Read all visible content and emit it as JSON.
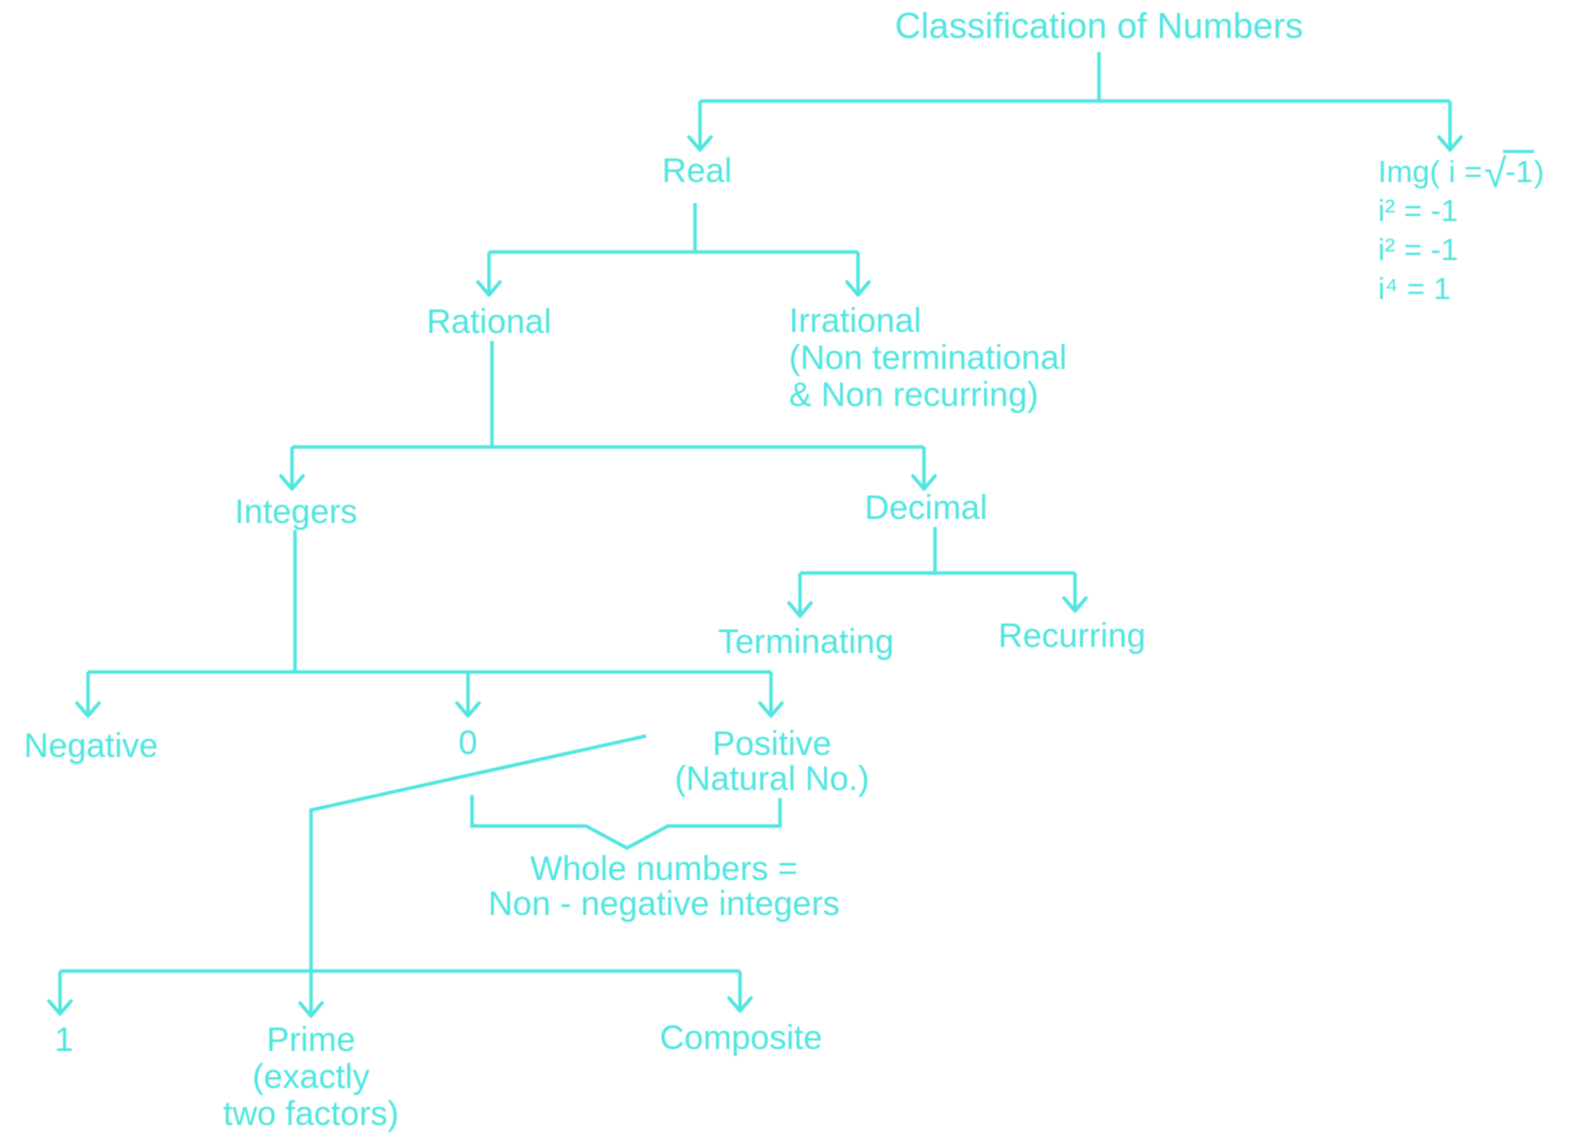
{
  "diagram": {
    "title": "Classification of Numbers",
    "nodes": {
      "real": "Real",
      "rational": "Rational",
      "irrational_line1": "Irrational",
      "irrational_line2": "(Non terminational",
      "irrational_line3": "& Non recurring)",
      "integers": "Integers",
      "decimal": "Decimal",
      "terminating": "Terminating",
      "recurring": "Recurring",
      "negative": "Negative",
      "zero": "0",
      "positive_line1": "Positive",
      "positive_line2": "(Natural No.)",
      "one": "1",
      "prime_line1": "Prime",
      "prime_line2": "(exactly",
      "prime_line3": "two factors)",
      "composite": "Composite"
    },
    "annotations": {
      "whole_line1": "Whole numbers =",
      "whole_line2": "Non - negative integers",
      "imaginary_prefix": "Img( i =",
      "imaginary_radicand": "-1",
      "imaginary_suffix": ")",
      "imaginary_line2": "i² = -1",
      "imaginary_line3": "i² = -1",
      "imaginary_line4": "i⁴ = 1"
    },
    "colors": {
      "accent": "#50e5df",
      "background": "#ffffff"
    }
  }
}
